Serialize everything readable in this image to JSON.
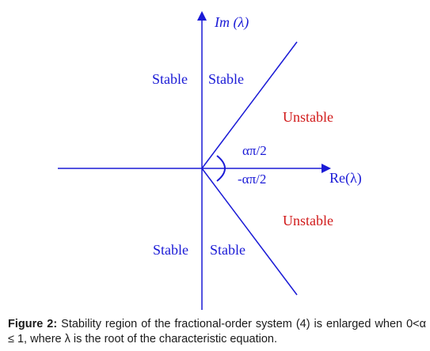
{
  "diagram": {
    "axis_y_label": "Im (λ)",
    "axis_x_label": "Re(λ)",
    "regions": {
      "stable_upper_left": "Stable",
      "stable_upper_right": "Stable",
      "stable_lower_left": "Stable",
      "stable_lower_right": "Stable",
      "unstable_upper": "Unstable",
      "unstable_lower": "Unstable"
    },
    "angle_upper": "απ/2",
    "angle_lower": "-απ/2",
    "colors": {
      "lines": "#1a1ad6",
      "stable_text": "#1a1ad6",
      "unstable_text": "#d11a1a",
      "angle_text": "#1a1ad6"
    }
  },
  "caption": {
    "label": "Figure 2:",
    "text": " Stability region of the fractional-order system (4) is enlarged when 0<α ≤ 1, where λ is the root of the characteristic equation."
  }
}
